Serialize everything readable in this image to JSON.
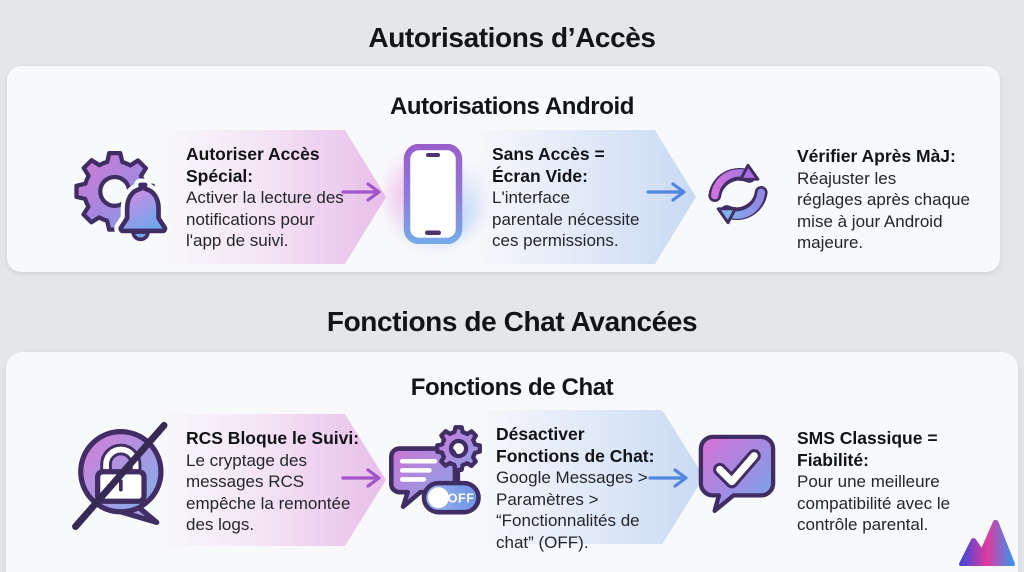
{
  "titles": {
    "main": "Autorisations d’Accès",
    "section2": "Fonctions de Chat Avancées"
  },
  "card1": {
    "title": "Autorisations Android",
    "items": [
      {
        "icon": "gear-bell-icon",
        "heading": [
          "Autoriser Accès",
          "Spécial:"
        ],
        "body": [
          "Activer la lecture des",
          "notifications pour",
          "l'app de suivi."
        ]
      },
      {
        "icon": "smartphone-icon",
        "heading": [
          "Sans Accès =",
          "Écran Vide:"
        ],
        "body": [
          "L'interface",
          "parentale nécessite",
          "ces permissions."
        ]
      },
      {
        "icon": "refresh-sync-icon",
        "heading": [
          "Vérifier Après MàJ:"
        ],
        "body": [
          "Réajuster les",
          "réglages après chaque",
          "mise à jour Android",
          "majeure."
        ]
      }
    ]
  },
  "card2": {
    "title": "Fonctions de Chat",
    "toggle_label": "OFF",
    "items": [
      {
        "icon": "rcs-lock-blocked-icon",
        "heading": [
          "RCS Bloque le Suivi:"
        ],
        "body": [
          "Le cryptage des",
          "messages RCS",
          "empêche la remontée",
          "des logs."
        ]
      },
      {
        "icon": "chat-settings-off-toggle-icon",
        "heading": [
          "Désactiver",
          "Fonctions de Chat:"
        ],
        "body": [
          "Google Messages >",
          "Paramètres >",
          "“Fonctionnalités de",
          "chat” (OFF)."
        ]
      },
      {
        "icon": "chat-checkmark-icon",
        "heading": [
          "SMS Classique =",
          "Fiabilité:"
        ],
        "body": [
          "Pour une meilleure",
          "compatibilité avec le",
          "contrôle parental."
        ]
      }
    ]
  },
  "logo": {
    "icon": "brand-m-logo"
  },
  "colors": {
    "background": "#e4e6e9",
    "card": "#f8f9fb",
    "text": "#1a1b1f",
    "purple_arrow": "#a253c8",
    "blue_arrow": "#4f86e0",
    "icon_outline": "#3f2d63",
    "pink_chevron": "#e8bee9",
    "blue_chevron": "#c7d8f3",
    "logo_pink": "#e0399f",
    "logo_blue": "#3f8fe8"
  }
}
